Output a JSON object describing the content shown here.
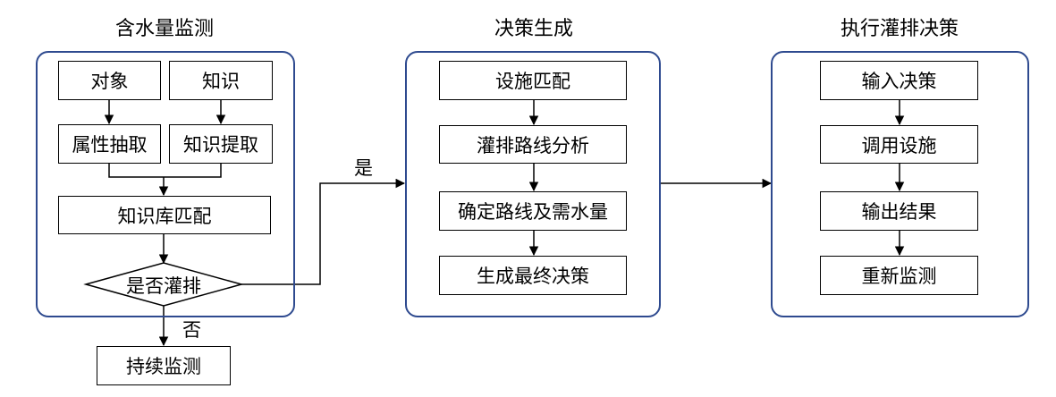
{
  "groups": {
    "monitor": {
      "title": "含水量监测",
      "object": "对象",
      "knowledge": "知识",
      "attr_extract": "属性抽取",
      "knowledge_extract": "知识提取",
      "kb_match": "知识库匹配",
      "decision": "是否灌排"
    },
    "generate": {
      "title": "决策生成",
      "steps": [
        "设施匹配",
        "灌排路线分析",
        "确定路线及需水量",
        "生成最终决策"
      ]
    },
    "execute": {
      "title": "执行灌排决策",
      "steps": [
        "输入决策",
        "调用设施",
        "输出结果",
        "重新监测"
      ]
    }
  },
  "continue_monitor": "持续监测",
  "edge_labels": {
    "yes": "是",
    "no": "否"
  }
}
